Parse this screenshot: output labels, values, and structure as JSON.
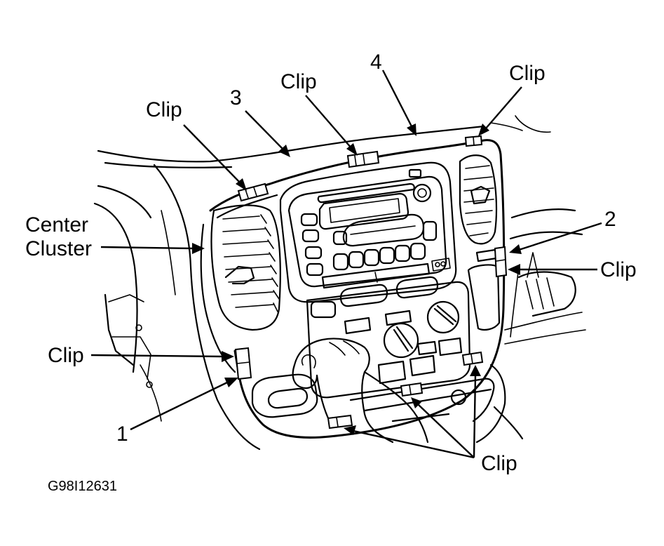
{
  "labels": {
    "clip": "Clip",
    "center_line1": "Center",
    "center_line2": "Cluster",
    "num1": "1",
    "num2": "2",
    "num3": "3",
    "num4": "4"
  },
  "figure_code": "G98I12631"
}
